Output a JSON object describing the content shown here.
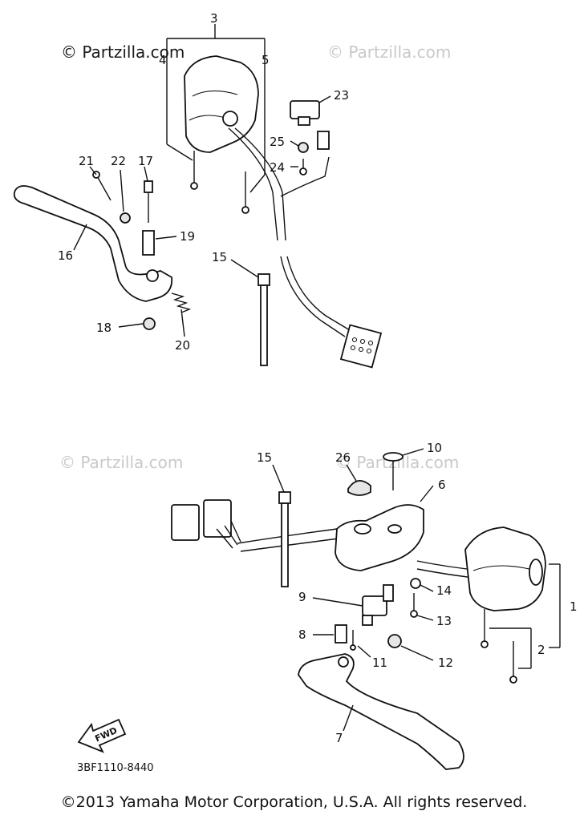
{
  "watermarks": [
    "© Partzilla.com",
    "© Partzilla.com",
    "© Partzilla.com",
    "© Partzilla.com"
  ],
  "diagram_code": "3BF1110-8440",
  "fwd_label": "FWD",
  "copyright": "©2013  Yamaha Motor Corporation, U.S.A. All rights reserved.",
  "callouts": {
    "top": [
      "3",
      "4",
      "5",
      "23",
      "25",
      "24",
      "21",
      "22",
      "17",
      "19",
      "16",
      "15",
      "18",
      "20"
    ],
    "bottom": [
      "15",
      "26",
      "10",
      "6",
      "1",
      "2",
      "9",
      "14",
      "13",
      "8",
      "11",
      "12",
      "7"
    ]
  }
}
